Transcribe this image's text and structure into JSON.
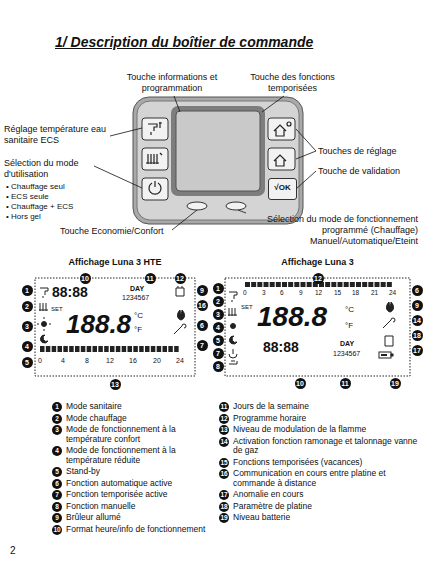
{
  "diagram": {
    "title": "1/ Description du boîtier de commande",
    "nodes": [
      {
        "text": [
          "√OK"
        ]
      },
      {
        "text": [
          "Affichage Luna 3 HTE",
          "88:88",
          "DAY",
          "1234567",
          "SET",
          "188.8",
          "°C",
          "°F",
          "0",
          "4",
          "8",
          "12",
          "16",
          "20",
          "24"
        ]
      },
      {
        "text": [
          "Affichage Luna 3",
          "0",
          "3",
          "6",
          "9",
          "12",
          "15",
          "18",
          "21",
          "24",
          "SET",
          "188.8",
          "°C",
          "°F",
          "88:88",
          "DAY",
          "1234567"
        ]
      }
    ],
    "labels": [
      "Touche informations et programmation",
      "Touche des fonctions temporisées",
      "Réglage température eau sanitaire ECS",
      "Sélection du mode d'utilisation",
      "• Chauffage seul",
      "• ECS seule",
      "• Chauffage + ECS",
      "• Hors gel",
      "Touches de réglage",
      "Touche de validation",
      "Sélection du mode de fonctionnement programmé (Chauffage) Manuel/Automatique/Eteint",
      "Touche Economie/Confort",
      "1",
      "2",
      "3",
      "4",
      "5",
      "10",
      "11",
      "12",
      "9",
      "16",
      "6",
      "7",
      "13",
      "1",
      "2",
      "3",
      "4",
      "5",
      "7",
      "8",
      "12",
      "6",
      "9",
      "14",
      "18",
      "17",
      "10",
      "11",
      "19",
      "1",
      "Mode sanitaire",
      "2",
      "Mode chauffage",
      "3",
      "Mode de fonctionnement à la température confort",
      "4",
      "Mode de fonctionnement à la température réduite",
      "5",
      "Stand-by",
      "6",
      "Fonction automatique active",
      "7",
      "Fonction temporisée active",
      "8",
      "Fonction manuelle",
      "9",
      "Brûleur allumé",
      "10",
      "Format heure/info de fonctionnement",
      "11",
      "Jours de la semaine",
      "12",
      "Programme horaire",
      "13",
      "Niveau de modulation de la flamme",
      "14",
      "Activation fonction ramonage et talonnage vanne de gaz",
      "15",
      "Fonctions temporisées (vacances)",
      "16",
      "Communication en cours entre platine et commande à distance",
      "17",
      "Anomalie en cours",
      "18",
      "Paramètre de platine",
      "19",
      "Niveau batterie",
      "2"
    ]
  }
}
